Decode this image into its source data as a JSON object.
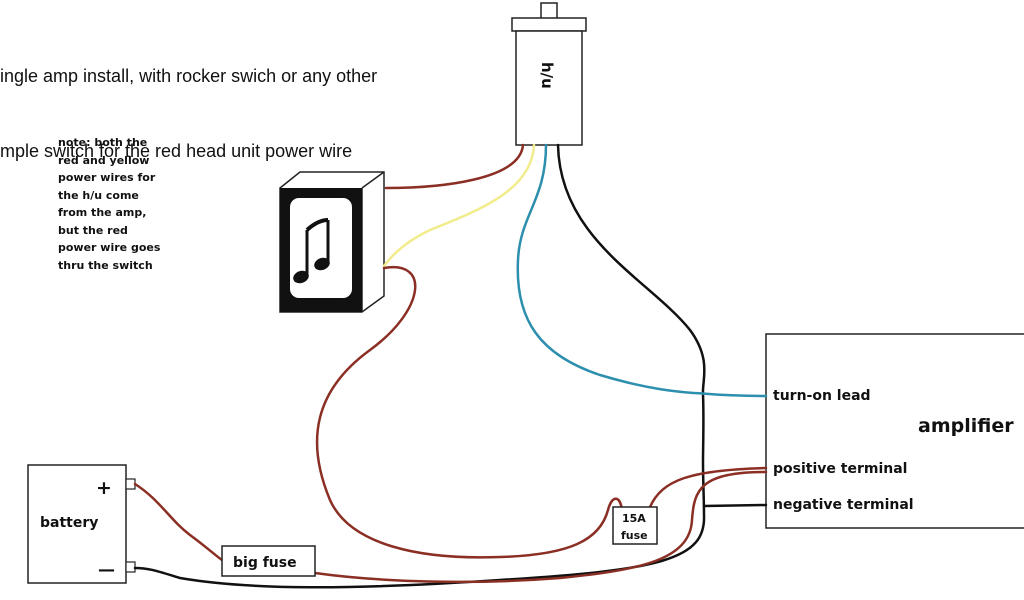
{
  "title": {
    "line1": "ingle amp install, with rocker swich or any other",
    "line2": "mple switch for the red head unit power wire"
  },
  "note": {
    "lines": [
      "note: both the",
      "red and yellow",
      "power wires for",
      "the h/u come",
      "from the amp,",
      "but the red",
      "power wire goes",
      "thru the switch"
    ]
  },
  "head_unit": {
    "label": "h/u"
  },
  "amplifier": {
    "label": "amplifier",
    "turn_on": "turn-on lead",
    "positive": "positive terminal",
    "negative": "negative terminal"
  },
  "battery": {
    "label": "battery",
    "plus": "+",
    "minus": "—"
  },
  "fuses": {
    "big": "big fuse",
    "small_line1": "15A",
    "small_line2": "fuse"
  },
  "switch": {
    "icon": "music-note-icon"
  },
  "colors": {
    "red_wire": "#8b2e24",
    "yellow_wire": "#f2ec8c",
    "blue_wire": "#2d8fae",
    "black_wire": "#111111"
  }
}
